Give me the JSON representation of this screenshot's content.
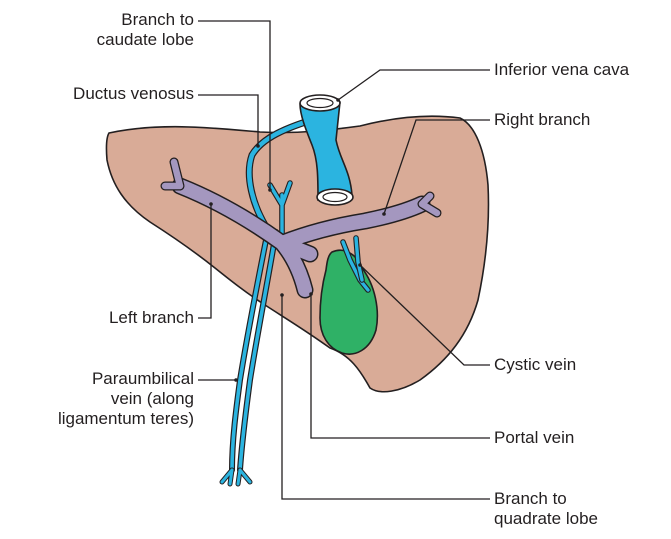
{
  "labels": {
    "caudate": [
      "Branch to",
      "caudate lobe"
    ],
    "ductus_venosus": "Ductus venosus",
    "left_branch": "Left branch",
    "paraumbilical": [
      "Paraumbilical",
      "vein (along",
      "ligamentum teres)"
    ],
    "ivc": "Inferior vena cava",
    "right_branch": "Right branch",
    "cystic": "Cystic vein",
    "portal": "Portal vein",
    "quadrate": [
      "Branch to",
      "quadrate lobe"
    ]
  },
  "colors": {
    "liver": "#d9ab97",
    "portal_vessels": "#a497bf",
    "ivc_and_veins": "#2bb4e0",
    "gallbladder": "#2fb166",
    "leader_lines": "#231f20"
  }
}
